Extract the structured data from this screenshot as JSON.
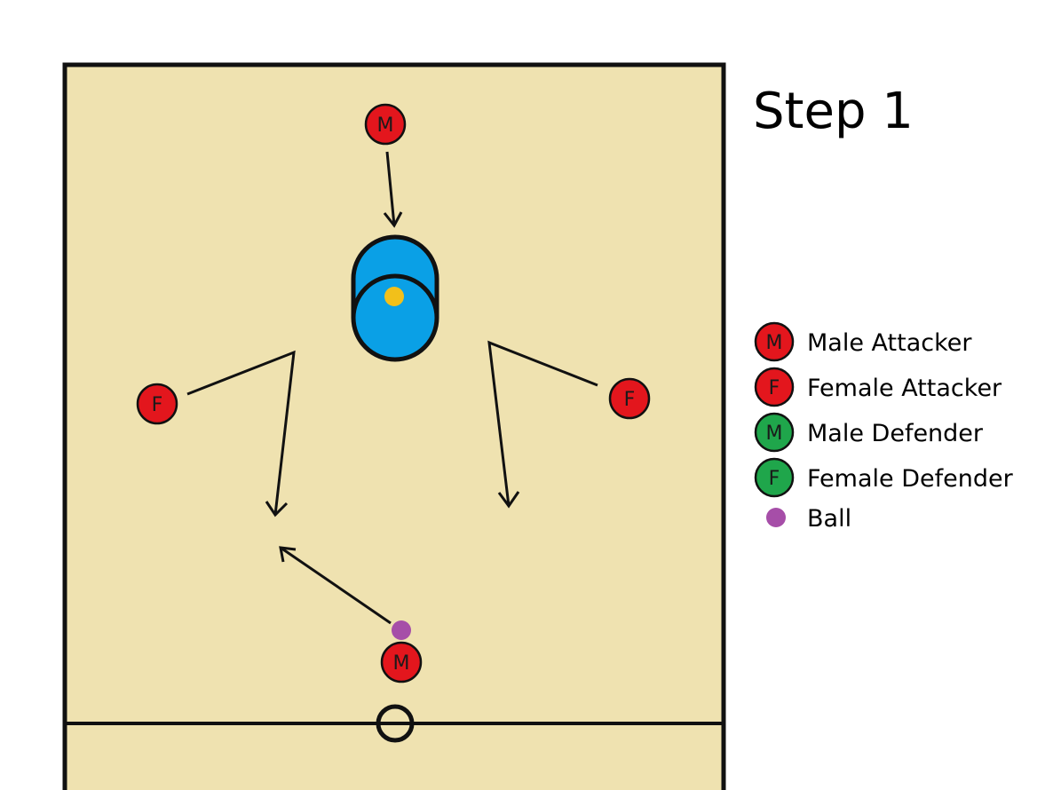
{
  "title": "Step 1",
  "colors": {
    "court": "#efe2b0",
    "line": "#111111",
    "attacker": "#e3161d",
    "defender": "#1fa64b",
    "ball": "#a64ea8",
    "post": "#0aa0e6",
    "post_top": "#f2c01a"
  },
  "players": [
    {
      "id": "top",
      "label": "M",
      "role": "attacker"
    },
    {
      "id": "left",
      "label": "F",
      "role": "attacker"
    },
    {
      "id": "right",
      "label": "F",
      "role": "attacker"
    },
    {
      "id": "bottom",
      "label": "M",
      "role": "attacker"
    }
  ],
  "legend": [
    {
      "symbol": "M",
      "role": "attacker",
      "label": "Male Attacker"
    },
    {
      "symbol": "F",
      "role": "attacker",
      "label": "Female Attacker"
    },
    {
      "symbol": "M",
      "role": "defender",
      "label": "Male Defender"
    },
    {
      "symbol": "F",
      "role": "defender",
      "label": "Female Defender"
    },
    {
      "symbol": "",
      "role": "ball",
      "label": "Ball"
    }
  ]
}
